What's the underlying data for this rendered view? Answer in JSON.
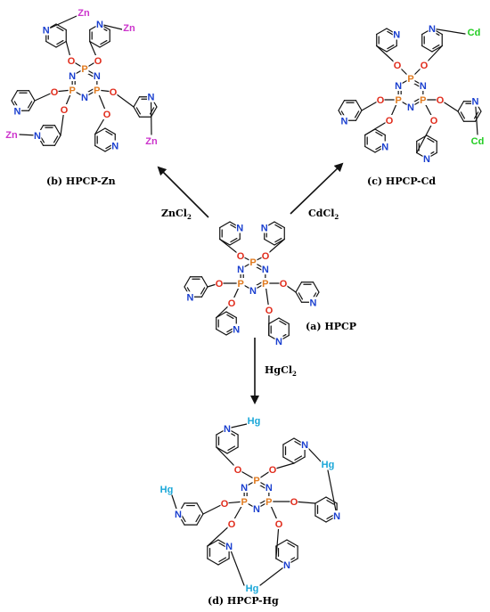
{
  "labels": {
    "hpcp": "(a) HPCP",
    "zn": "(b) HPCP-Zn",
    "cd": "(c) HPCP-Cd",
    "hg": "(d) HPCP-Hg"
  },
  "reagents": {
    "zn": {
      "base": "ZnCl",
      "sub": "2"
    },
    "cd": {
      "base": "CdCl",
      "sub": "2"
    },
    "hg": {
      "base": "HgCl",
      "sub": "2"
    }
  },
  "atoms": {
    "P": "P",
    "N": "N",
    "O": "O",
    "Zn": "Zn",
    "Cd": "Cd",
    "Hg": "Hg"
  },
  "colors": {
    "bond": "#111111",
    "P": "#e07a1f",
    "N": "#1a3fcf",
    "O": "#e02a1a",
    "Zn": "#cc33cc",
    "Cd": "#22cc22",
    "Hg": "#1aa7d8"
  }
}
